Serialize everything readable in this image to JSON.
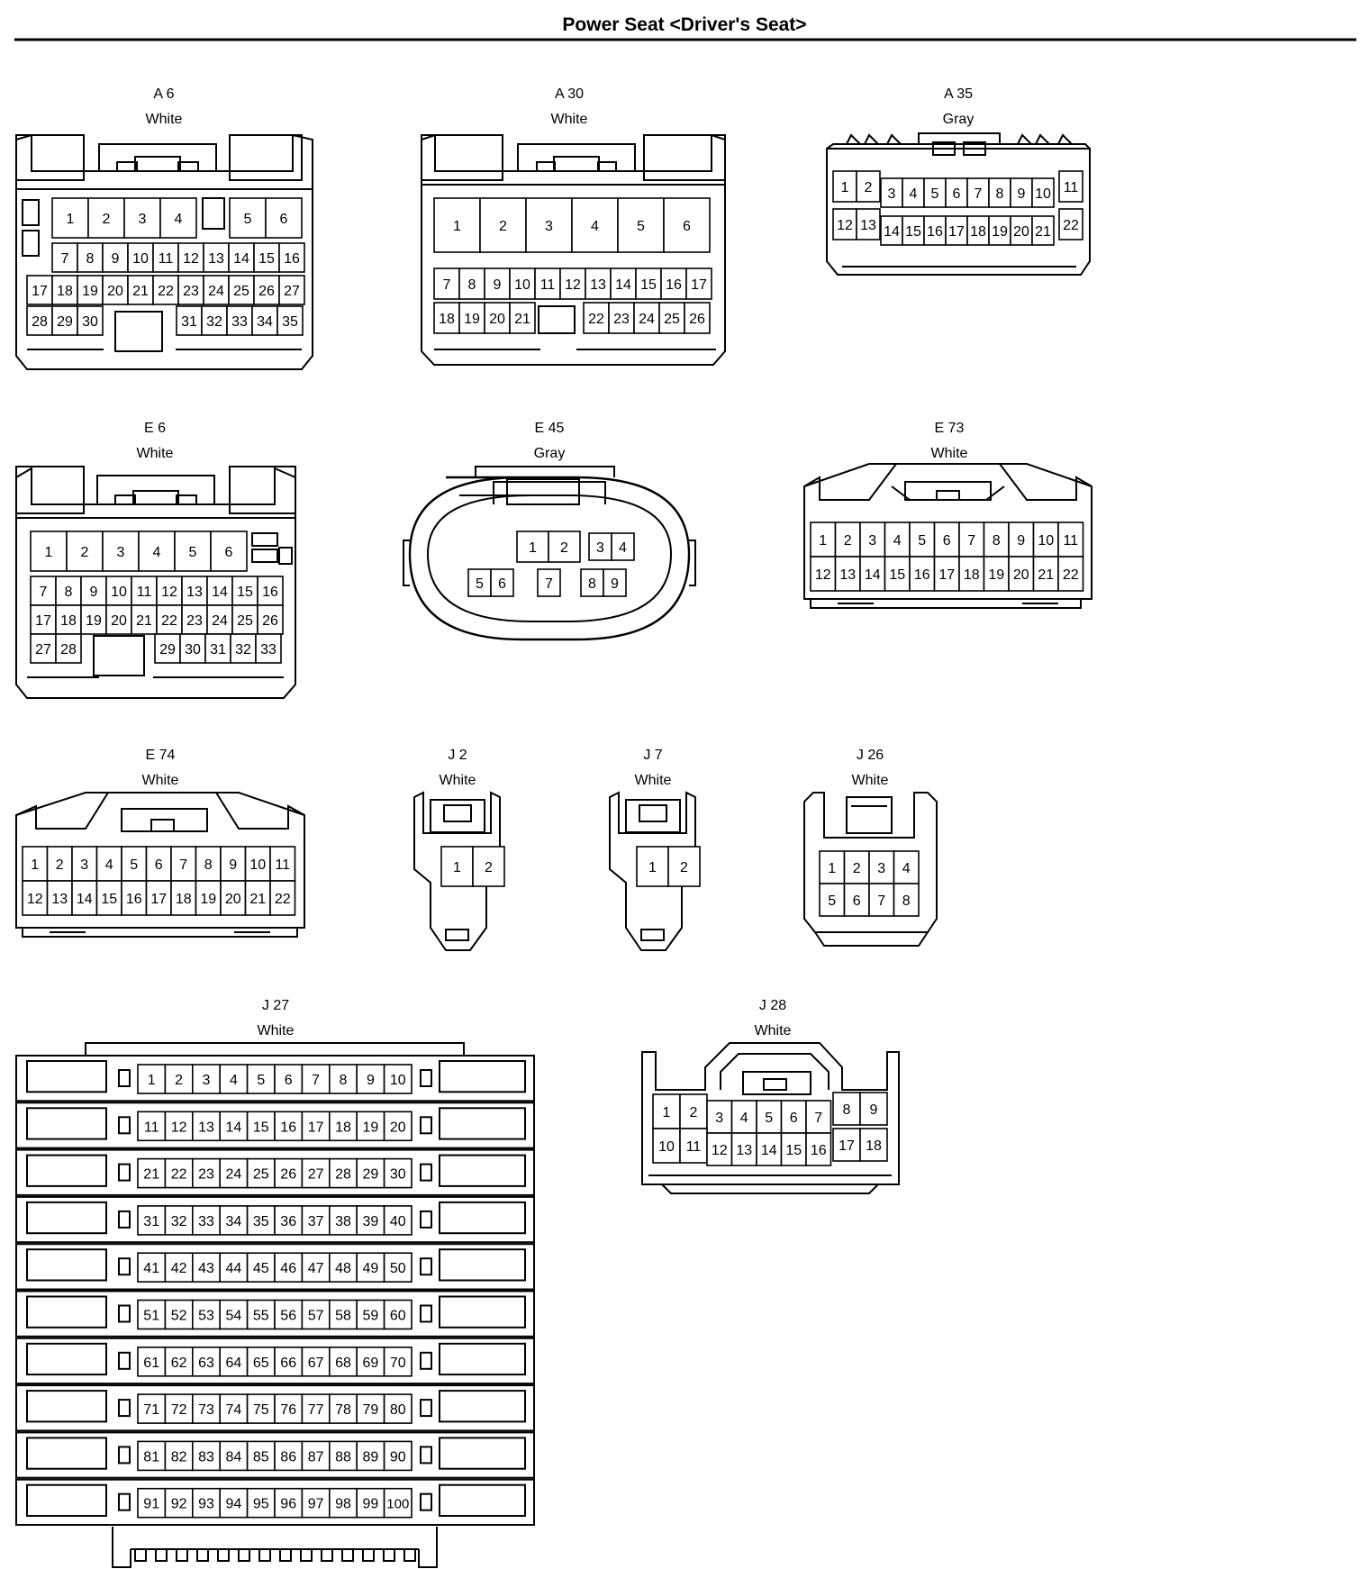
{
  "title": "Power Seat <Driver's Seat>",
  "connectors": {
    "A6": {
      "id": "A 6",
      "color": "White"
    },
    "A30": {
      "id": "A 30",
      "color": "White"
    },
    "A35": {
      "id": "A 35",
      "color": "Gray"
    },
    "E6": {
      "id": "E 6",
      "color": "White"
    },
    "E45": {
      "id": "E 45",
      "color": "Gray"
    },
    "E73": {
      "id": "E 73",
      "color": "White"
    },
    "E74": {
      "id": "E 74",
      "color": "White"
    },
    "J2": {
      "id": "J 2",
      "color": "White"
    },
    "J7": {
      "id": "J 7",
      "color": "White"
    },
    "J26": {
      "id": "J 26",
      "color": "White"
    },
    "J27": {
      "id": "J 27",
      "color": "White"
    },
    "J28": {
      "id": "J 28",
      "color": "White"
    }
  }
}
